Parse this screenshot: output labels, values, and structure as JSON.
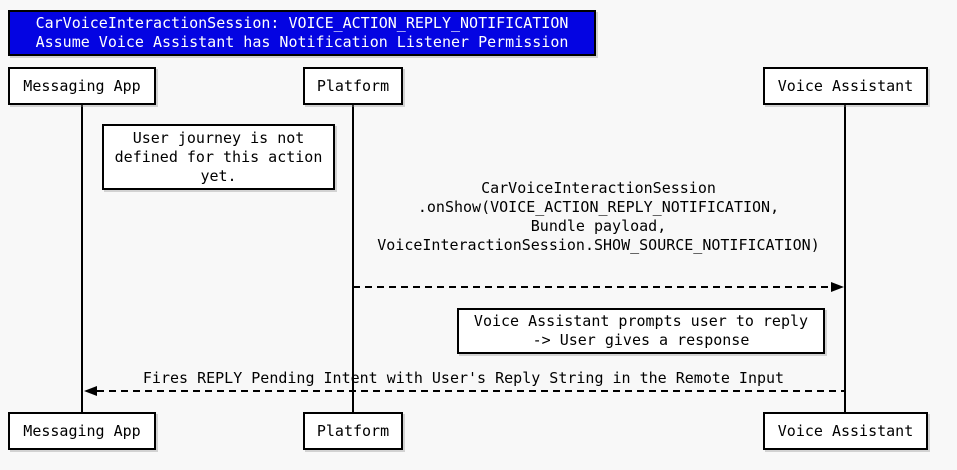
{
  "diagram": {
    "title": {
      "lines": [
        "CarVoiceInteractionSession: VOICE_ACTION_REPLY_NOTIFICATION",
        "Assume Voice Assistant has Notification Listener Permission"
      ],
      "bg_color": "#0404e2",
      "text_color": "#ffffff"
    },
    "actors": [
      {
        "name": "Messaging App"
      },
      {
        "name": "Platform"
      },
      {
        "name": "Voice Assistant"
      }
    ],
    "notes": [
      {
        "lines": [
          "User journey is not",
          "defined for this action",
          "yet."
        ]
      },
      {
        "lines": [
          "Voice Assistant prompts user to reply",
          "-> User gives a response"
        ]
      }
    ],
    "messages": [
      {
        "from": "Platform",
        "to": "Voice Assistant",
        "style": "dashed",
        "direction": "right",
        "lines": [
          "CarVoiceInteractionSession",
          ".onShow(VOICE_ACTION_REPLY_NOTIFICATION,",
          "Bundle payload,",
          "VoiceInteractionSession.SHOW_SOURCE_NOTIFICATION)"
        ]
      },
      {
        "from": "Voice Assistant",
        "to": "Messaging App",
        "style": "dashed",
        "direction": "left",
        "lines": [
          "Fires REPLY Pending Intent with User's Reply String in the Remote Input"
        ]
      }
    ],
    "colors": {
      "background": "#f8f8f8",
      "line": "#000000",
      "box_fill": "#ffffff",
      "title_fill": "#0404e2",
      "title_text": "#ffffff"
    }
  }
}
